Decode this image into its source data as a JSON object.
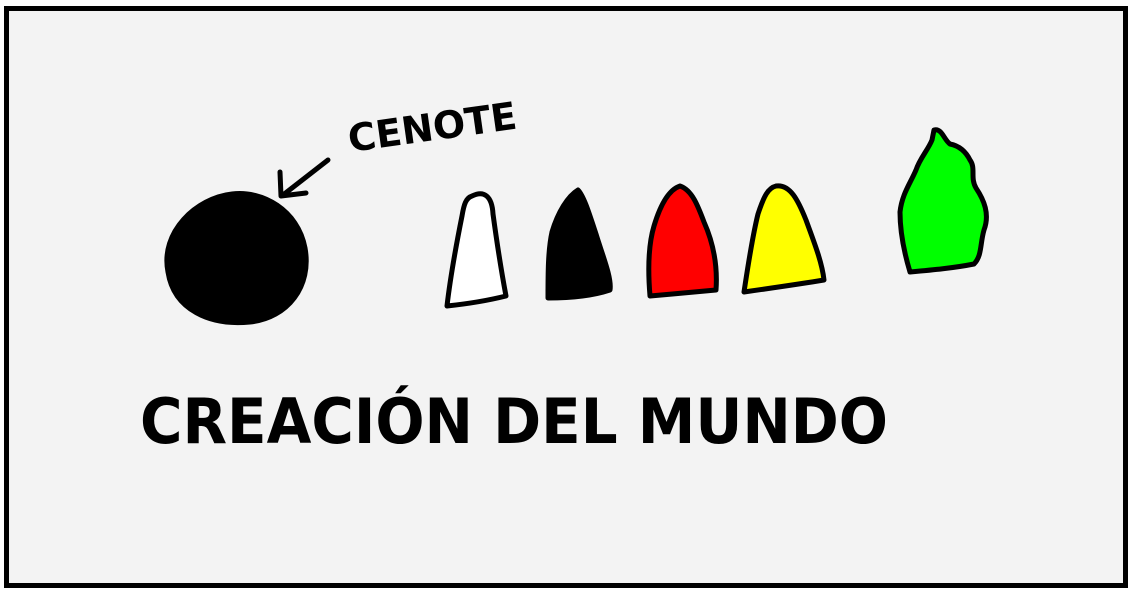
{
  "labels": {
    "cenote": "CENOTE",
    "title": "CREACIÓN DEL MUNDO"
  },
  "colors": {
    "background": "#f3f3f3",
    "border": "#000000",
    "cenote": "#000000",
    "stone_1": "#ffffff",
    "stone_2": "#000000",
    "stone_3": "#ff0000",
    "stone_4": "#ffff00",
    "stone_5": "#00ff00"
  },
  "icons": {
    "cenote": "black-circle",
    "arrow": "arrow-pointing-to-cenote",
    "stones": [
      "white-stone",
      "black-stone",
      "red-stone",
      "yellow-stone",
      "green-stone"
    ]
  }
}
